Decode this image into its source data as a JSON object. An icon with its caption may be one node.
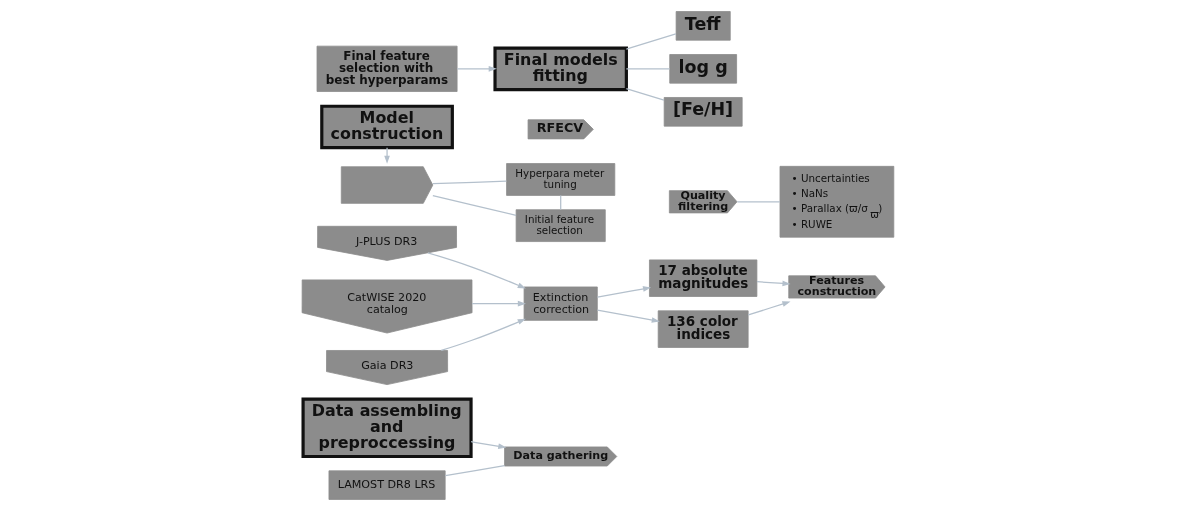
{
  "diagram": {
    "nodes": [
      {
        "text": [
          "Data assembling and preproccessing"
        ]
      },
      {
        "text": [
          "J-PLUS DR3"
        ]
      },
      {
        "text": [
          "CatWISE 2020 catalog"
        ]
      },
      {
        "text": [
          "Gaia DR3"
        ]
      },
      {
        "text": [
          "LAMOST DR8 LRS"
        ]
      },
      {
        "text": [
          "Data gathering"
        ]
      },
      {
        "text": [
          "Quality filtering"
        ]
      },
      {
        "text": [
          "Features construction"
        ]
      },
      {
        "text": [
          "Model construction"
        ]
      },
      {
        "text": [
          "• Uncertainties",
          "• NaNs",
          "• Parallax (ϖ/σ$_{ϖ}$)",
          "• RUWE"
        ]
      },
      {
        "text": [
          "Extinction correction"
        ]
      },
      {
        "text": [
          "17 absolute magnitudes"
        ]
      },
      {
        "text": [
          "136 color indices"
        ]
      },
      {
        "text": [],
        "shape": "chevron"
      },
      {
        "text": [
          "RFECV"
        ]
      },
      {
        "text": [
          "Final feature selection with best hyperparams"
        ]
      },
      {
        "text": [
          "Hyperpara meter tuning"
        ]
      },
      {
        "text": [
          "Initial feature selection"
        ]
      },
      {
        "text": [
          "Final models fitting"
        ]
      },
      {
        "text": [
          "Teff"
        ]
      },
      {
        "text": [
          "log g"
        ]
      },
      {
        "text": [
          "[Fe/H]"
        ]
      }
    ],
    "edges": [
      {
        "from": 0,
        "to": 5,
        "arrow": "to"
      },
      {
        "from": 1,
        "to": 10,
        "arrow": "to"
      },
      {
        "from": 2,
        "to": 10,
        "arrow": "to"
      },
      {
        "from": 3,
        "to": 10,
        "arrow": "to"
      },
      {
        "from": 4,
        "to": 5,
        "arrow": "none"
      },
      {
        "from": 6,
        "to": 9,
        "arrow": "none"
      },
      {
        "from": 10,
        "to": 11,
        "arrow": "to"
      },
      {
        "from": 10,
        "to": 12,
        "arrow": "to"
      },
      {
        "from": 11,
        "to": 7,
        "arrow": "to"
      },
      {
        "from": 12,
        "to": 7,
        "arrow": "to"
      },
      {
        "from": 8,
        "to": 13,
        "arrow": "to"
      },
      {
        "from": 13,
        "to": 16,
        "arrow": "none"
      },
      {
        "from": 13,
        "to": 17,
        "arrow": "none"
      },
      {
        "from": 16,
        "to": 17,
        "arrow": "none"
      },
      {
        "from": 15,
        "to": 18,
        "arrow": "to"
      },
      {
        "from": 18,
        "to": 19,
        "arrow": "none"
      },
      {
        "from": 18,
        "to": 20,
        "arrow": "none"
      },
      {
        "from": 18,
        "to": 21,
        "arrow": "none"
      }
    ]
  }
}
